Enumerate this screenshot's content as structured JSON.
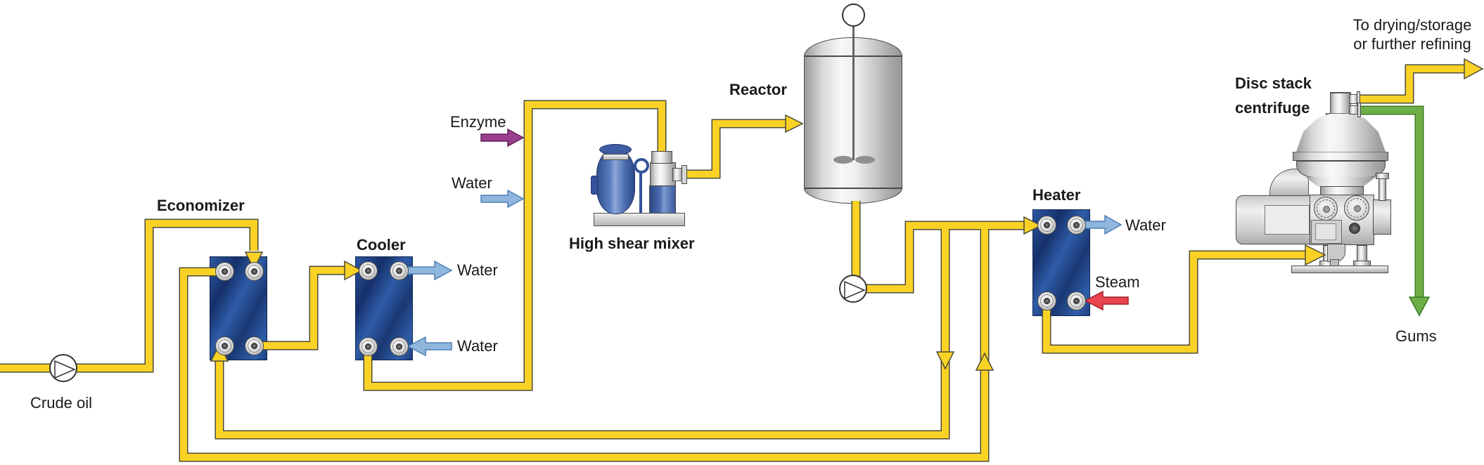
{
  "colors": {
    "pipe_yellow": "#FAD226",
    "pipe_edge": "#4E4B38",
    "water_blue": "#8FB6DC",
    "water_blue_edge": "#4E7FB5",
    "steam_red": "#E9454E",
    "steam_red_edge": "#A21E28",
    "enzyme_purple": "#9A3E8E",
    "enzyme_purple_edge": "#5E2458",
    "gums_green": "#6DAE46",
    "gums_green_edge": "#3C7A27"
  },
  "labels": {
    "crude_oil": "Crude oil",
    "economizer": "Economizer",
    "cooler": "Cooler",
    "enzyme": "Enzyme",
    "water": "Water",
    "high_shear_mixer": "High shear mixer",
    "reactor": "Reactor",
    "heater": "Heater",
    "steam": "Steam",
    "centrifuge_line1": "Disc stack",
    "centrifuge_line2": "centrifuge",
    "outlet_line1": "To drying/storage",
    "outlet_line2": "or further refining",
    "gums": "Gums"
  }
}
